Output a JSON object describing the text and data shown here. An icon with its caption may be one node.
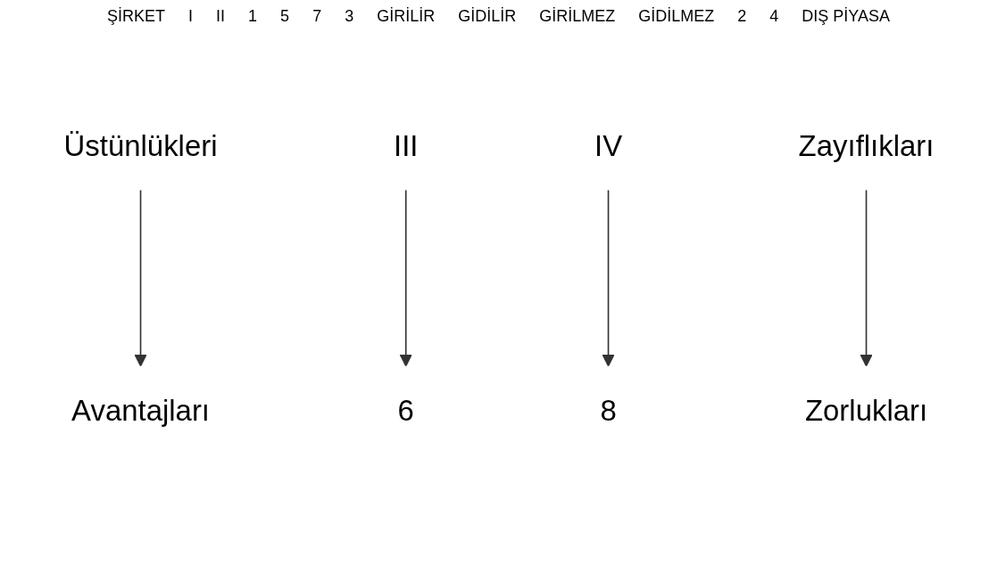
{
  "diagram": {
    "nodes": [
      {
        "text": [
          "Üstünlükleri"
        ]
      },
      {
        "text": [
          "III"
        ]
      },
      {
        "text": [
          "IV"
        ]
      },
      {
        "text": [
          "Zayıflıkları"
        ]
      },
      {
        "text": [
          "8"
        ]
      },
      {
        "text": [
          "6"
        ]
      },
      {
        "text": [
          "Avantajları"
        ]
      },
      {
        "text": [
          "Zorlukları"
        ]
      }
    ],
    "edges": [
      {
        "from": 0,
        "to": 6,
        "arrow": "to"
      },
      {
        "from": 1,
        "to": 5,
        "arrow": "to"
      },
      {
        "from": 2,
        "to": 4,
        "arrow": "to"
      },
      {
        "from": 3,
        "to": 7,
        "arrow": "to"
      }
    ],
    "labels": [
      "ŞİRKET",
      "I",
      "II",
      "1",
      "5",
      "7",
      "3",
      "GİRİLİR",
      "GİDİLİR",
      "GİRİLMEZ",
      "GİDİLMEZ",
      "2",
      "4",
      "DIŞ PİYASA"
    ]
  }
}
